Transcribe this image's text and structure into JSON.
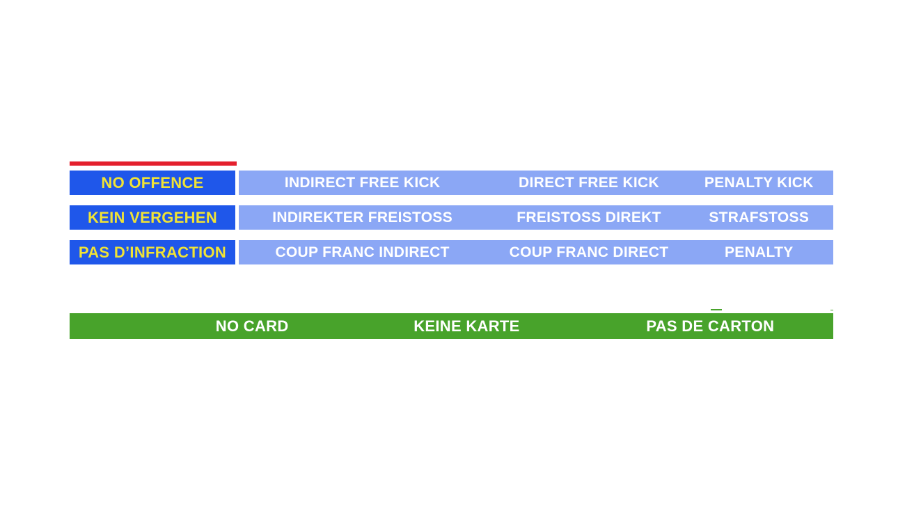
{
  "colors": {
    "page_bg": "#ffffff",
    "dark_blue": "#1f57ea",
    "light_blue": "#8ba7f5",
    "red": "#e4202d",
    "yellow": "#f0e335",
    "green": "#48a32b",
    "text_on_blue": "#ffffff",
    "text_on_green": "#ffffff"
  },
  "table": {
    "rows": [
      {
        "lang": "english",
        "offence": "NO OFFENCE",
        "cells": [
          "INDIRECT FREE KICK",
          "DIRECT FREE KICK",
          "PENALTY KICK"
        ]
      },
      {
        "lang": "german",
        "offence": "KEIN VERGEHEN",
        "cells": [
          "INDIREKTER FREISTOSS",
          "FREISTOSS DIREKT",
          "STRAFSTOSS"
        ]
      },
      {
        "lang": "french",
        "offence": "PAS D’INFRACTION",
        "cells": [
          "COUP FRANC INDIRECT",
          "COUP FRANC DIRECT",
          "PENALTY"
        ]
      }
    ]
  },
  "card_bar": {
    "labels": [
      "NO CARD",
      "KEINE KARTE",
      "PAS DE CARTON"
    ]
  }
}
